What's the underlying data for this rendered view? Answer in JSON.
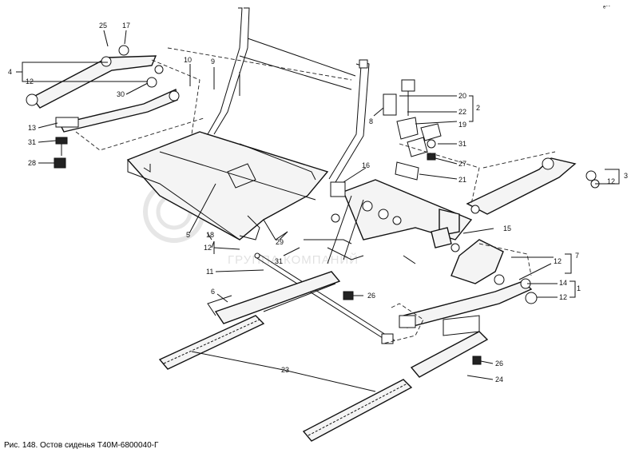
{
  "caption": "Рис. 148. Остов сиденья Т40М-6800040-Г",
  "watermark": "ГРУППА КОМПАНИЙ",
  "corner_mark": "ₑ··",
  "callouts": [
    "25",
    "17",
    "4",
    "12",
    "10",
    "9",
    "30",
    "13",
    "31",
    "28",
    "20",
    "22",
    "2",
    "8",
    "19",
    "31",
    "27",
    "21",
    "16",
    "3",
    "12",
    "5",
    "18",
    "15",
    "29",
    "12",
    "7",
    "11",
    "31",
    "12",
    "1",
    "14",
    "12",
    "6",
    "26",
    "23",
    "26",
    "24"
  ],
  "colors": {
    "ink": "#111111",
    "watermark": "#c9c9c9",
    "background": "#ffffff"
  }
}
